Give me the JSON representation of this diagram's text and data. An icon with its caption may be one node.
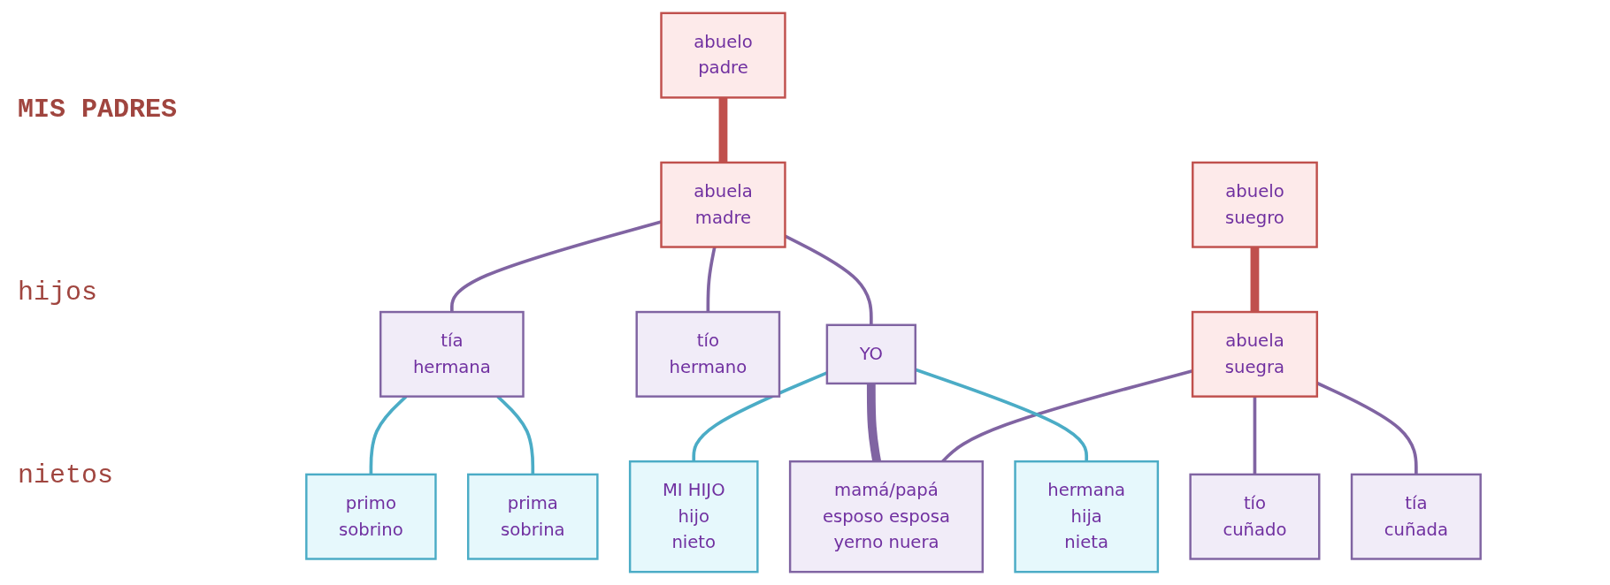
{
  "diagram": {
    "nodes": [
      {
        "text": [
          "abuelo",
          "padre"
        ]
      },
      {
        "text": [
          "abuela",
          "madre"
        ]
      },
      {
        "text": [
          "abuelo",
          "suegro"
        ]
      },
      {
        "text": [
          "abuela",
          "suegra"
        ]
      },
      {
        "text": [
          "tío",
          "hermano"
        ]
      },
      {
        "text": [
          "tía",
          "hermana"
        ]
      },
      {
        "text": [
          "YO"
        ]
      },
      {
        "text": [
          "mamá/papá",
          "esposo esposa",
          "yerno nuera"
        ]
      },
      {
        "text": [
          "tío",
          "cuñado"
        ]
      },
      {
        "text": [
          "tía",
          "cuñada"
        ]
      },
      {
        "text": [
          "primo",
          "sobrino"
        ]
      },
      {
        "text": [
          "prima",
          "sobrina"
        ]
      },
      {
        "text": [
          "MI HIJO",
          "hijo",
          "nieto"
        ]
      },
      {
        "text": [
          "hermana",
          "hija",
          "nieta"
        ]
      }
    ],
    "edges": [
      {
        "from": 0,
        "to": 1,
        "arrow": "none",
        "style": "thick",
        "color": "#c0504d"
      },
      {
        "from": 2,
        "to": 3,
        "arrow": "none",
        "style": "thick",
        "color": "#c0504d"
      },
      {
        "from": 1,
        "to": 4,
        "arrow": "none"
      },
      {
        "from": 1,
        "to": 5,
        "arrow": "none"
      },
      {
        "from": 1,
        "to": 6,
        "arrow": "none"
      },
      {
        "from": 3,
        "to": 7,
        "arrow": "none"
      },
      {
        "from": 3,
        "to": 8,
        "arrow": "none"
      },
      {
        "from": 3,
        "to": 9,
        "arrow": "none"
      },
      {
        "from": 6,
        "to": 7,
        "arrow": "none",
        "style": "thick"
      },
      {
        "from": 5,
        "to": 10,
        "arrow": "none",
        "color": "#4bacc6"
      },
      {
        "from": 5,
        "to": 11,
        "arrow": "none",
        "color": "#4bacc6"
      },
      {
        "from": 6,
        "to": 12,
        "arrow": "none",
        "color": "#4bacc6"
      },
      {
        "from": 6,
        "to": 13,
        "arrow": "none",
        "color": "#4bacc6"
      }
    ],
    "labels": [
      "MIS PADRES",
      "hijos",
      "nietos"
    ]
  }
}
